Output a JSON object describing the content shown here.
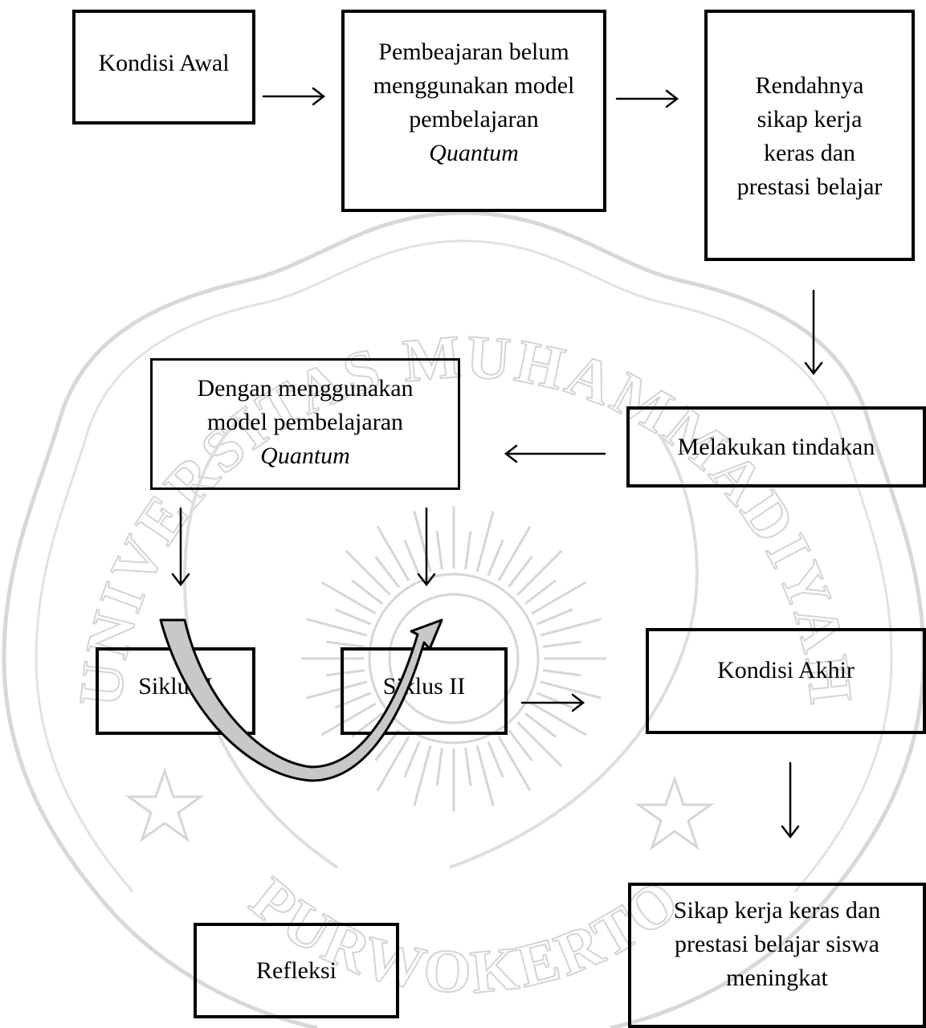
{
  "watermark": {
    "text_top": "UNIVERSITAS MUHAMMADIYAH",
    "text_bottom": "PURWOKERTO"
  },
  "boxes": {
    "kondisi_awal": "Kondisi Awal",
    "pembelajaran": {
      "line1": "Pembeajaran belum",
      "line2": "menggunakan model",
      "line3": "pembelajaran",
      "line4_italic": "Quantum"
    },
    "rendahnya": {
      "line1": "Rendahnya",
      "line2": "sikap kerja",
      "line3": "keras dan",
      "line4": "prestasi belajar"
    },
    "melakukan_tindakan": "Melakukan tindakan",
    "dengan_menggunakan": {
      "line1": "Dengan menggunakan",
      "line2": "model pembelajaran",
      "line3_italic": "Quantum"
    },
    "siklus_1": "Siklus I",
    "siklus_2": "Siklus II",
    "kondisi_akhir": "Kondisi Akhir",
    "refleksi": "Refleksi",
    "hasil": {
      "line1": "Sikap kerja keras dan",
      "line2": "prestasi belajar siswa",
      "line3": "meningkat"
    }
  }
}
